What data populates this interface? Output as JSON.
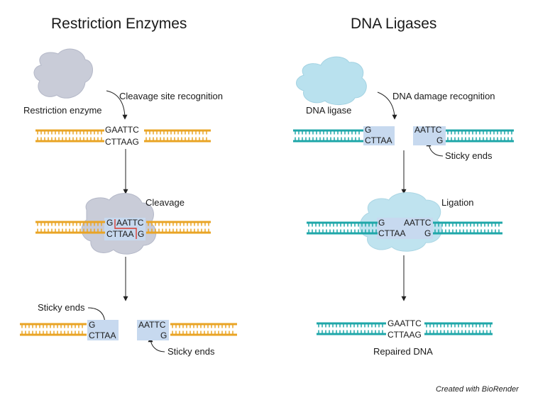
{
  "colors": {
    "enzyme_dna": "#e9a425",
    "ligase_dna": "#1fa7a9",
    "enzyme_blob": "#c9ccd8",
    "ligase_blob": "#b9e1ee",
    "highlight": "#c7d9ef",
    "cut_line": "#d93a2e",
    "arrow": "#222222"
  },
  "left": {
    "title": "Restriction Enzymes",
    "enzyme_label": "Restriction enzyme",
    "step1": "Cleavage site recognition",
    "step2": "Cleavage",
    "sticky1": "Sticky ends",
    "sticky2": "Sticky ends",
    "seq1_top": "GAATTC",
    "seq1_bot": "CTTAAG",
    "cut_top_left": "G",
    "cut_top_right": "AATTC",
    "cut_bot_left": "CTTAA",
    "cut_bot_right": "G",
    "frag_left_top": "G",
    "frag_left_bot": "CTTAA",
    "frag_right_top": "AATTC",
    "frag_right_bot": "G"
  },
  "right": {
    "title": "DNA Ligases",
    "enzyme_label": "DNA ligase",
    "step1": "DNA damage recognition",
    "step2": "Ligation",
    "sticky": "Sticky ends",
    "result": "Repaired DNA",
    "frag_left_top": "G",
    "frag_left_bot": "CTTAA",
    "frag_right_top": "AATTC",
    "frag_right_bot": "G",
    "mid_left_top": "G",
    "mid_left_bot": "CTTAA",
    "mid_right_top": "AATTC",
    "mid_right_bot": "G",
    "seq_top": "GAATTC",
    "seq_bot": "CTTAAG"
  },
  "credit": "Created with BioRender"
}
